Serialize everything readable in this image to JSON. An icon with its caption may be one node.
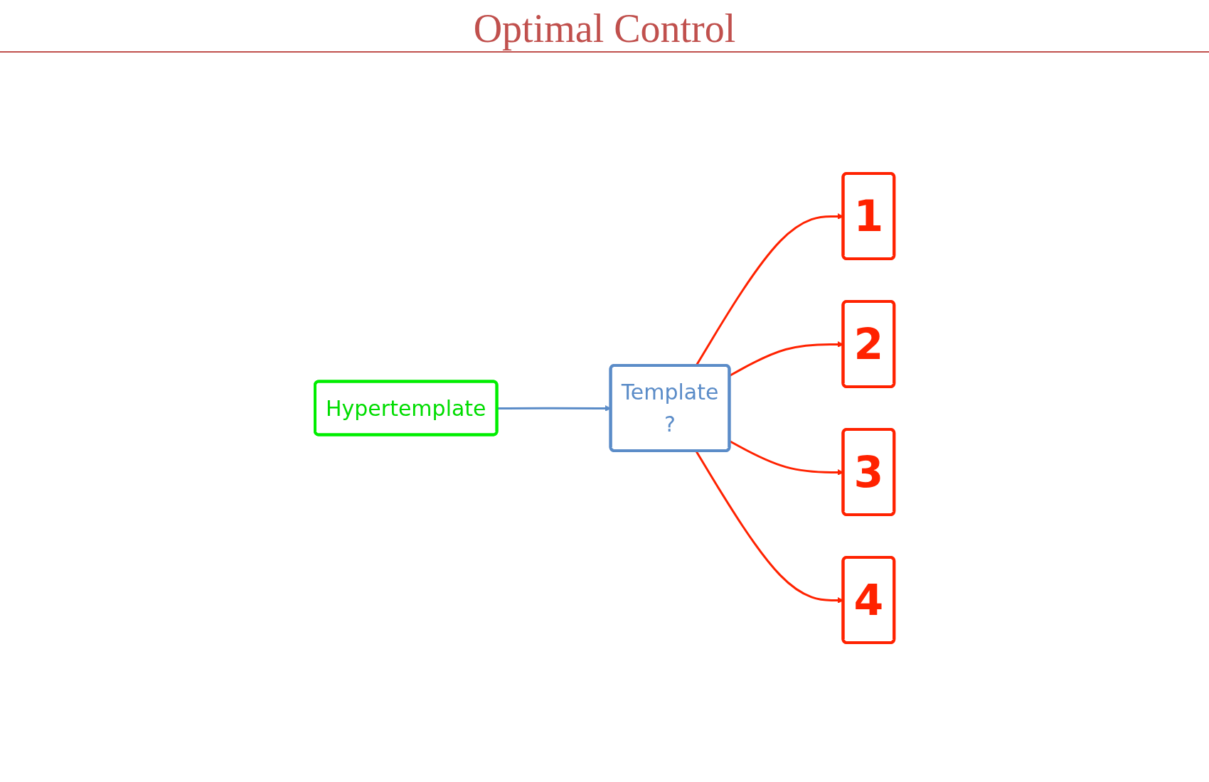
{
  "diagram": {
    "title": "Optimal Control",
    "nodes": [
      {
        "text": [
          "Hypertemplate"
        ]
      },
      {
        "text": [
          "Template",
          "?"
        ]
      },
      {
        "text": [
          "1"
        ]
      },
      {
        "text": [
          "2"
        ]
      },
      {
        "text": [
          "3"
        ]
      },
      {
        "text": [
          "4"
        ]
      }
    ],
    "edges": [
      {
        "from": 0,
        "to": 1,
        "arrow": "to",
        "color": "#5b8cc8"
      },
      {
        "from": 1,
        "to": 2,
        "arrow": "to"
      },
      {
        "from": 1,
        "to": 3,
        "arrow": "to"
      },
      {
        "from": 1,
        "to": 4,
        "arrow": "to"
      },
      {
        "from": 1,
        "to": 5,
        "arrow": "to"
      }
    ]
  }
}
